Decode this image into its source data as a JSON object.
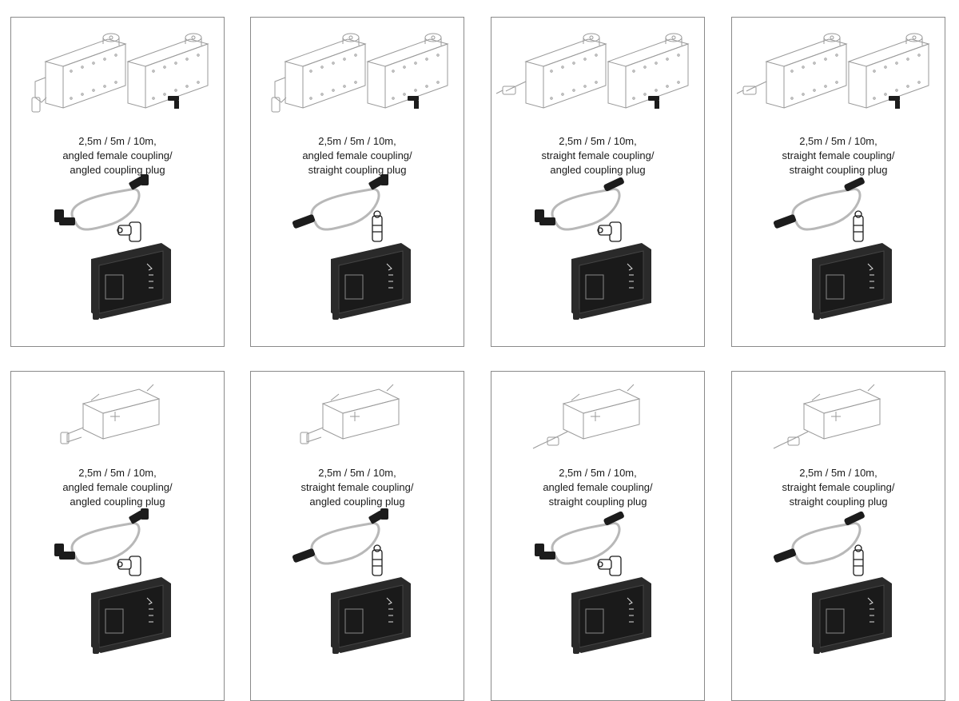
{
  "cards": [
    {
      "sensor": "rod-sensor",
      "lines": [
        "2,5m / 5m / 10m,",
        "angled female coupling/",
        "angled coupling plug"
      ],
      "sensor_plug": "angled",
      "cable_end": "angled",
      "cable_start": "angled",
      "module_plug": "angled"
    },
    {
      "sensor": "rod-sensor",
      "lines": [
        "2,5m / 5m / 10m,",
        "angled female coupling/",
        "straight coupling plug"
      ],
      "sensor_plug": "angled",
      "cable_end": "angled",
      "cable_start": "straight",
      "module_plug": "straight"
    },
    {
      "sensor": "rod-sensor",
      "lines": [
        "2,5m / 5m / 10m,",
        "straight female coupling/",
        "angled coupling plug"
      ],
      "sensor_plug": "straight",
      "cable_end": "straight",
      "cable_start": "angled",
      "module_plug": "angled"
    },
    {
      "sensor": "rod-sensor",
      "lines": [
        "2,5m / 5m / 10m,",
        "straight female coupling/",
        "straight coupling plug"
      ],
      "sensor_plug": "straight",
      "cable_end": "straight",
      "cable_start": "straight",
      "module_plug": "straight"
    },
    {
      "sensor": "box-sensor",
      "lines": [
        "2,5m / 5m / 10m,",
        "angled female coupling/",
        "angled coupling plug"
      ],
      "sensor_plug": "angled",
      "cable_end": "angled",
      "cable_start": "angled",
      "module_plug": "angled"
    },
    {
      "sensor": "box-sensor",
      "lines": [
        "2,5m / 5m / 10m,",
        "straight female coupling/",
        "angled coupling plug"
      ],
      "sensor_plug": "angled",
      "cable_end": "angled",
      "cable_start": "straight",
      "module_plug": "straight"
    },
    {
      "sensor": "box-sensor",
      "lines": [
        "2,5m / 5m / 10m,",
        "angled female coupling/",
        "straight coupling plug"
      ],
      "sensor_plug": "straight",
      "cable_end": "straight",
      "cable_start": "angled",
      "module_plug": "angled"
    },
    {
      "sensor": "box-sensor",
      "lines": [
        "2,5m / 5m / 10m,",
        "straight female coupling/",
        "straight coupling plug"
      ],
      "sensor_plug": "straight",
      "cable_end": "straight",
      "cable_start": "straight",
      "module_plug": "straight"
    }
  ],
  "colors": {
    "border": "#8a8a8a",
    "line_art": "#9a9a9a",
    "dark": "#1c1c1c",
    "cable": "#b8b8b8"
  }
}
